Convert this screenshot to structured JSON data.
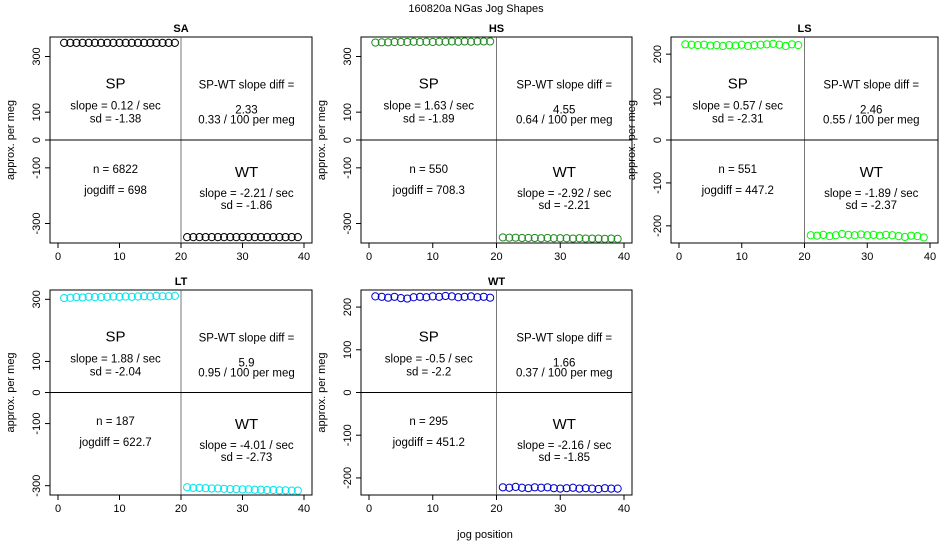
{
  "page": {
    "title": "160820a    NGas Jog Shapes",
    "xlabel": "jog position"
  },
  "chart_data": [
    {
      "type": "scatter",
      "title": "SA",
      "xlabel": "jog position",
      "ylabel": "approx. per meg",
      "xlim": [
        0,
        40
      ],
      "ylim": [
        -370,
        370
      ],
      "xticks": [
        0,
        10,
        20,
        30,
        40
      ],
      "yticks": [
        -300,
        -100,
        0,
        100,
        300
      ],
      "color": "#000000",
      "sp_label": "SP",
      "wt_label": "WT",
      "sp_slope": "slope = 0.12 / sec",
      "sp_sd": "sd = -1.38",
      "diff_label": "SP-WT slope diff =",
      "diff_value": "2.33",
      "diff_rate": "0.33 / 100 per meg",
      "n": "n = 6822",
      "jogdiff": "jogdiff = 698",
      "wt_slope": "slope = -2.21 / sec",
      "wt_sd": "sd = -1.86",
      "x": [
        1,
        2,
        3,
        4,
        5,
        6,
        7,
        8,
        9,
        10,
        11,
        12,
        13,
        14,
        15,
        16,
        17,
        18,
        19,
        21,
        22,
        23,
        24,
        25,
        26,
        27,
        28,
        29,
        30,
        31,
        32,
        33,
        34,
        35,
        36,
        37,
        38,
        39
      ],
      "y": [
        349,
        349,
        349,
        349,
        349,
        349,
        349,
        349,
        349,
        349,
        349,
        349,
        349,
        349,
        349,
        349,
        349,
        349,
        349,
        -349,
        -349,
        -349,
        -349,
        -349,
        -349,
        -349,
        -349,
        -349,
        -349,
        -349,
        -349,
        -349,
        -349,
        -349,
        -349,
        -349,
        -349,
        -349
      ]
    },
    {
      "type": "scatter",
      "title": "HS",
      "xlabel": "jog position",
      "ylabel": "approx. per meg",
      "xlim": [
        0,
        40
      ],
      "ylim": [
        -370,
        370
      ],
      "xticks": [
        0,
        10,
        20,
        30,
        40
      ],
      "yticks": [
        -300,
        -100,
        0,
        100,
        300
      ],
      "color": "#228b22",
      "sp_label": "SP",
      "wt_label": "WT",
      "sp_slope": "slope = 1.63 / sec",
      "sp_sd": "sd = -1.89",
      "diff_label": "SP-WT slope diff =",
      "diff_value": "4.55",
      "diff_rate": "0.64 / 100 per meg",
      "n": "n = 550",
      "jogdiff": "jogdiff = 708.3",
      "wt_slope": "slope = -2.92 / sec",
      "wt_sd": "sd = -2.21",
      "x": [
        1,
        2,
        3,
        4,
        5,
        6,
        7,
        8,
        9,
        10,
        11,
        12,
        13,
        14,
        15,
        16,
        17,
        18,
        19,
        21,
        22,
        23,
        24,
        25,
        26,
        27,
        28,
        29,
        30,
        31,
        32,
        33,
        34,
        35,
        36,
        37,
        38,
        39
      ],
      "y": [
        350,
        351,
        351,
        352,
        352,
        352,
        353,
        352,
        353,
        352,
        353,
        353,
        354,
        353,
        354,
        353,
        354,
        354,
        354,
        -350,
        -351,
        -351,
        -352,
        -352,
        -352,
        -353,
        -352,
        -353,
        -353,
        -353,
        -354,
        -353,
        -354,
        -354,
        -354,
        -355,
        -354,
        -355
      ]
    },
    {
      "type": "scatter",
      "title": "LS",
      "xlabel": "jog position",
      "ylabel": "approx. per meg",
      "xlim": [
        0,
        40
      ],
      "ylim": [
        -240,
        240
      ],
      "xticks": [
        0,
        10,
        20,
        30,
        40
      ],
      "yticks": [
        -200,
        -100,
        0,
        100,
        200
      ],
      "color": "#00ff00",
      "sp_label": "SP",
      "wt_label": "WT",
      "sp_slope": "slope = 0.57 / sec",
      "sp_sd": "sd = -2.31",
      "diff_label": "SP-WT slope diff =",
      "diff_value": "2.46",
      "diff_rate": "0.55 / 100 per meg",
      "n": "n = 551",
      "jogdiff": "jogdiff = 447.2",
      "wt_slope": "slope = -1.89 / sec",
      "wt_sd": "sd = -2.37",
      "x": [
        1,
        2,
        3,
        4,
        5,
        6,
        7,
        8,
        9,
        10,
        11,
        12,
        13,
        14,
        15,
        16,
        17,
        18,
        19,
        21,
        22,
        23,
        24,
        25,
        26,
        27,
        28,
        29,
        30,
        31,
        32,
        33,
        34,
        35,
        36,
        37,
        38,
        39
      ],
      "y": [
        223,
        222,
        221,
        222,
        220,
        221,
        219,
        221,
        220,
        222,
        219,
        221,
        222,
        223,
        224,
        222,
        219,
        223,
        221,
        -222,
        -223,
        -221,
        -224,
        -222,
        -219,
        -221,
        -222,
        -220,
        -222,
        -221,
        -223,
        -221,
        -222,
        -224,
        -226,
        -223,
        -224,
        -227
      ]
    },
    {
      "type": "scatter",
      "title": "LT",
      "xlabel": "jog position",
      "ylabel": "approx. per meg",
      "xlim": [
        0,
        40
      ],
      "ylim": [
        -330,
        330
      ],
      "xticks": [
        0,
        10,
        20,
        30,
        40
      ],
      "yticks": [
        -300,
        -100,
        0,
        100,
        300
      ],
      "color": "#00e5ee",
      "sp_label": "SP",
      "wt_label": "WT",
      "sp_slope": "slope = 1.88 / sec",
      "sp_sd": "sd = -2.04",
      "diff_label": "SP-WT slope diff =",
      "diff_value": "5.9",
      "diff_rate": "0.95 / 100 per meg",
      "n": "n = 187",
      "jogdiff": "jogdiff = 622.7",
      "wt_slope": "slope = -4.01 / sec",
      "wt_sd": "sd = -2.73",
      "x": [
        1,
        2,
        3,
        4,
        5,
        6,
        7,
        8,
        9,
        10,
        11,
        12,
        13,
        14,
        15,
        16,
        17,
        18,
        19,
        21,
        22,
        23,
        24,
        25,
        26,
        27,
        28,
        29,
        30,
        31,
        32,
        33,
        34,
        35,
        36,
        37,
        38,
        39
      ],
      "y": [
        304,
        305,
        307,
        306,
        308,
        307,
        307,
        308,
        309,
        308,
        309,
        308,
        309,
        310,
        309,
        311,
        310,
        310,
        311,
        -305,
        -307,
        -307,
        -308,
        -309,
        -309,
        -310,
        -311,
        -311,
        -312,
        -312,
        -313,
        -313,
        -314,
        -314,
        -315,
        -315,
        -316,
        -316
      ]
    },
    {
      "type": "scatter",
      "title": "WT",
      "xlabel": "jog position",
      "ylabel": "approx. per meg",
      "xlim": [
        0,
        40
      ],
      "ylim": [
        -240,
        240
      ],
      "xticks": [
        0,
        10,
        20,
        30,
        40
      ],
      "yticks": [
        -200,
        -100,
        0,
        100,
        200
      ],
      "color": "#0000cd",
      "sp_label": "SP",
      "wt_label": "WT",
      "sp_slope": "slope = -0.5 / sec",
      "sp_sd": "sd = -2.2",
      "diff_label": "SP-WT slope diff =",
      "diff_value": "1.66",
      "diff_rate": "0.37 / 100 per meg",
      "n": "n = 295",
      "jogdiff": "jogdiff = 451.2",
      "wt_slope": "slope = -2.16 / sec",
      "wt_sd": "sd = -1.85",
      "x": [
        1,
        2,
        3,
        4,
        5,
        6,
        7,
        8,
        9,
        10,
        11,
        12,
        13,
        14,
        15,
        16,
        17,
        18,
        19,
        21,
        22,
        23,
        24,
        25,
        26,
        27,
        28,
        29,
        30,
        31,
        32,
        33,
        34,
        35,
        36,
        37,
        38,
        39
      ],
      "y": [
        225,
        224,
        222,
        224,
        221,
        220,
        223,
        224,
        223,
        225,
        224,
        226,
        225,
        223,
        224,
        225,
        223,
        224,
        222,
        -222,
        -223,
        -221,
        -223,
        -224,
        -222,
        -223,
        -222,
        -224,
        -225,
        -224,
        -223,
        -225,
        -224,
        -225,
        -226,
        -224,
        -225,
        -225
      ]
    }
  ]
}
